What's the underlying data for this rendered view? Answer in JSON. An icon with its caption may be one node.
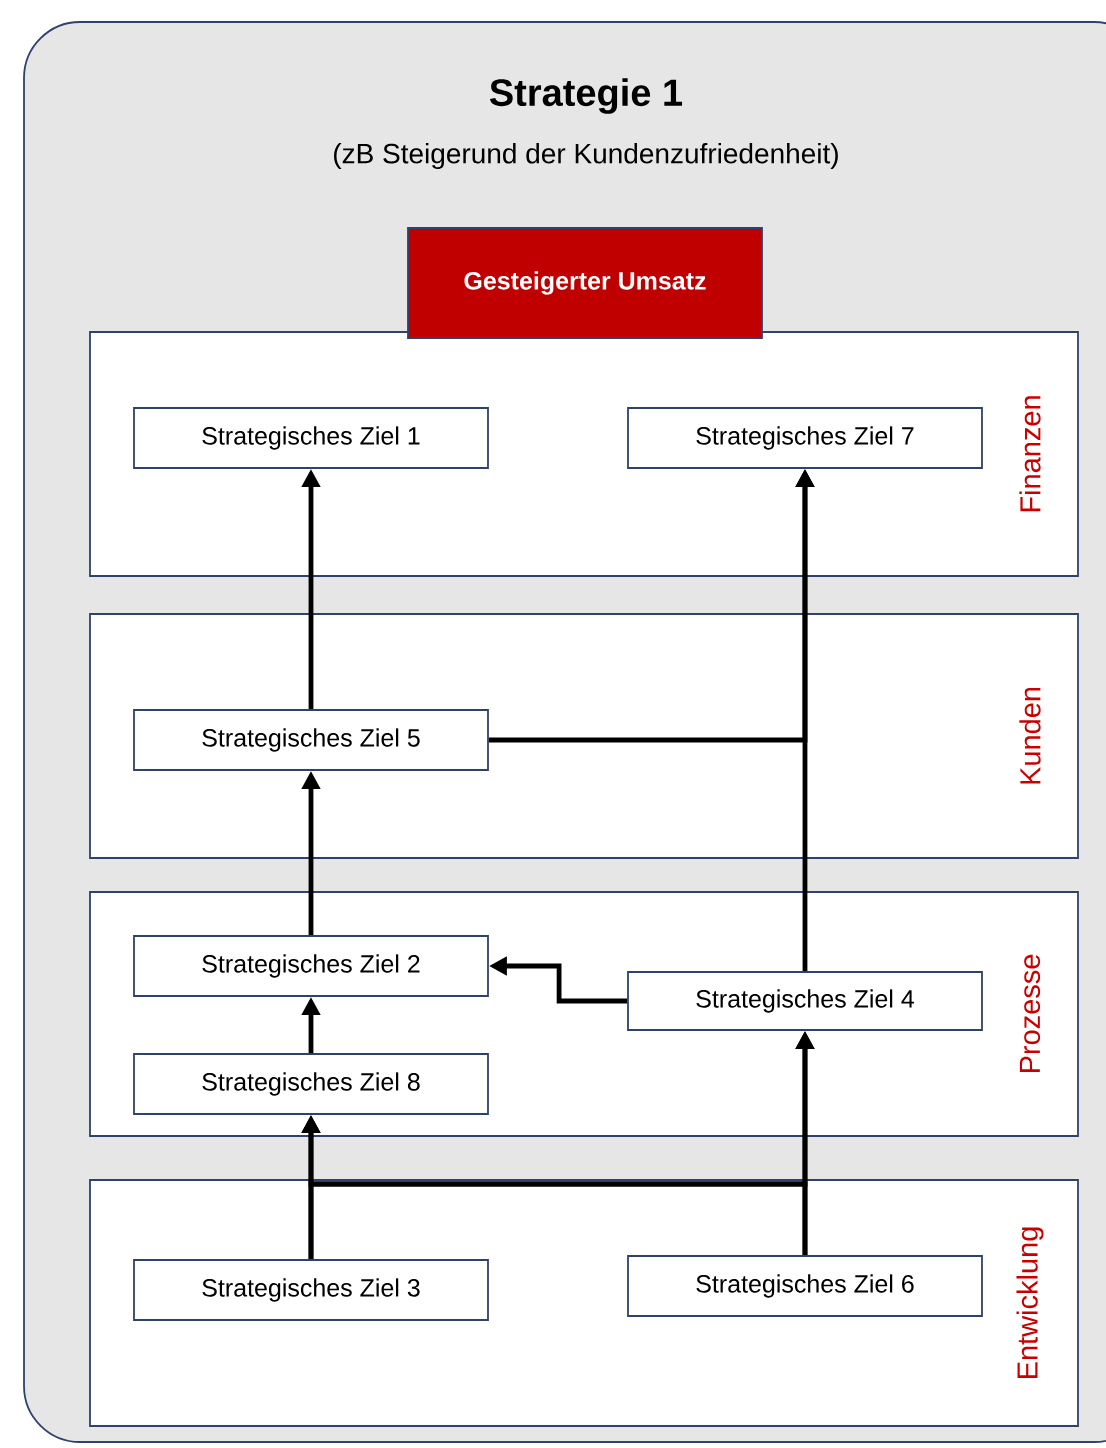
{
  "diagram": {
    "nodes": [
      {
        "text": [
          "Strategie 1",
          "(zB Steigerund der Kundenzufriedenheit)"
        ]
      },
      {
        "text": [
          "Gesteigerter Umsatz"
        ],
        "in": 0
      },
      {
        "text": [
          "Finanzen"
        ],
        "in": 0
      },
      {
        "text": [
          "Strategisches Ziel 1"
        ],
        "in": 2
      },
      {
        "text": [
          "Strategisches Ziel 7"
        ],
        "in": 2
      },
      {
        "text": [
          "Kunden"
        ],
        "in": 0
      },
      {
        "text": [
          "Strategisches Ziel 5"
        ],
        "in": 5
      },
      {
        "text": [
          "Prozesse"
        ],
        "in": 0
      },
      {
        "text": [
          "Strategisches Ziel 2"
        ],
        "in": 7
      },
      {
        "text": [
          "Strategisches Ziel 4"
        ],
        "in": 7
      },
      {
        "text": [
          "Strategisches Ziel 8"
        ],
        "in": 7
      },
      {
        "text": [
          "Entwicklung"
        ],
        "in": 0
      },
      {
        "text": [
          "Strategisches Ziel 3"
        ],
        "in": 11
      },
      {
        "text": [
          "Strategisches Ziel 6"
        ],
        "in": 11
      }
    ],
    "edges": [
      {
        "from": 6,
        "to": 3,
        "arrow": "to"
      },
      {
        "from": 6,
        "to": 4,
        "arrow": "to"
      },
      {
        "from": 9,
        "to": 4,
        "arrow": "to"
      },
      {
        "from": 8,
        "to": 6,
        "arrow": "to"
      },
      {
        "from": 9,
        "to": 8,
        "arrow": "to"
      },
      {
        "from": 10,
        "to": 8,
        "arrow": "to"
      },
      {
        "from": 12,
        "to": 10,
        "arrow": "to"
      },
      {
        "from": 12,
        "to": 9,
        "arrow": "to"
      },
      {
        "from": 13,
        "to": 10,
        "arrow": "to"
      },
      {
        "from": 13,
        "to": 9,
        "arrow": "to"
      }
    ]
  }
}
